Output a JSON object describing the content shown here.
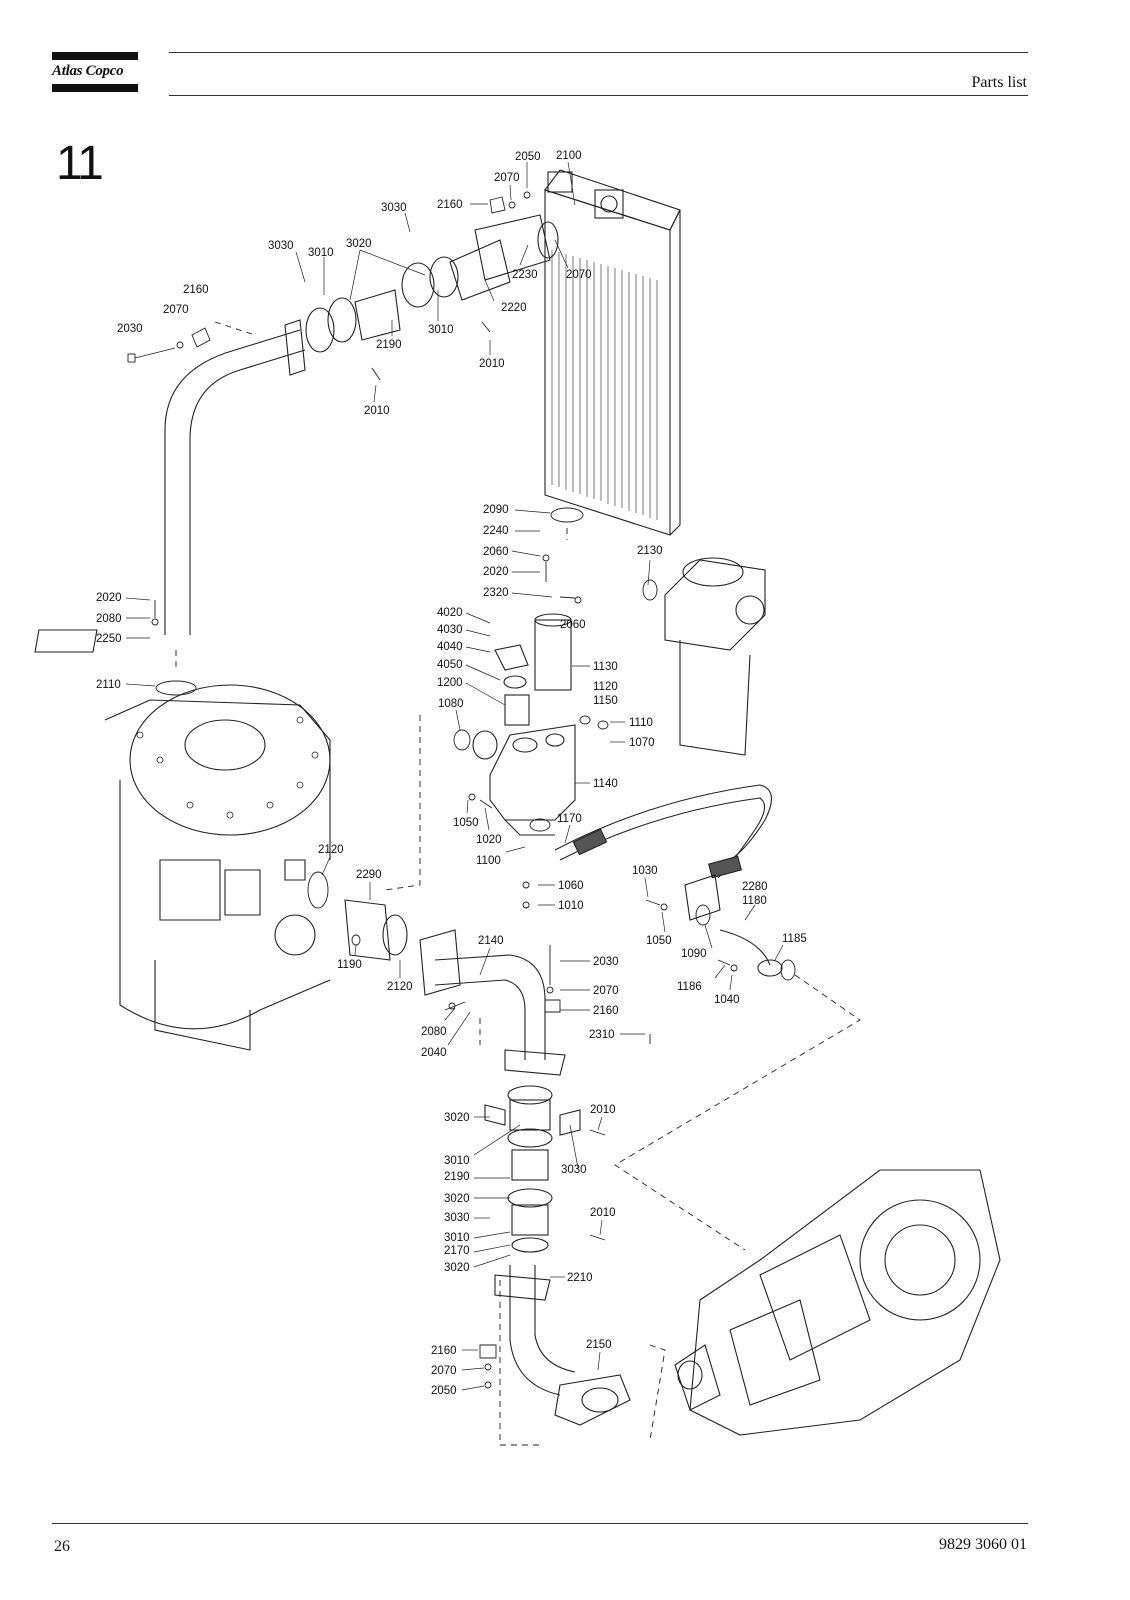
{
  "header": {
    "logo_text": "Atlas Copco",
    "section_title": "Parts list"
  },
  "chapter_number": "11",
  "callouts": [
    {
      "id": "c01",
      "text": "2050"
    },
    {
      "id": "c02",
      "text": "2100"
    },
    {
      "id": "c03",
      "text": "2070"
    },
    {
      "id": "c04",
      "text": "3030"
    },
    {
      "id": "c05",
      "text": "2160"
    },
    {
      "id": "c06",
      "text": "3030"
    },
    {
      "id": "c07",
      "text": "3010"
    },
    {
      "id": "c08",
      "text": "3020"
    },
    {
      "id": "c09",
      "text": "2230"
    },
    {
      "id": "c10",
      "text": "2070"
    },
    {
      "id": "c11",
      "text": "2160"
    },
    {
      "id": "c12",
      "text": "2070"
    },
    {
      "id": "c13",
      "text": "2030"
    },
    {
      "id": "c14",
      "text": "2220"
    },
    {
      "id": "c15",
      "text": "3010"
    },
    {
      "id": "c16",
      "text": "2190"
    },
    {
      "id": "c17",
      "text": "2010"
    },
    {
      "id": "c18",
      "text": "2010"
    },
    {
      "id": "c19",
      "text": "2090"
    },
    {
      "id": "c20",
      "text": "2240"
    },
    {
      "id": "c21",
      "text": "2060"
    },
    {
      "id": "c22",
      "text": "2130"
    },
    {
      "id": "c23",
      "text": "2020"
    },
    {
      "id": "c24",
      "text": "2320"
    },
    {
      "id": "c25",
      "text": "2060"
    },
    {
      "id": "c26",
      "text": "2020"
    },
    {
      "id": "c27",
      "text": "2080"
    },
    {
      "id": "c28",
      "text": "2250"
    },
    {
      "id": "c29",
      "text": "4020"
    },
    {
      "id": "c30",
      "text": "4030"
    },
    {
      "id": "c31",
      "text": "4040"
    },
    {
      "id": "c32",
      "text": "4050"
    },
    {
      "id": "c33",
      "text": "1130"
    },
    {
      "id": "c34",
      "text": "2110"
    },
    {
      "id": "c35",
      "text": "1200"
    },
    {
      "id": "c36",
      "text": "1120"
    },
    {
      "id": "c37",
      "text": "1150"
    },
    {
      "id": "c38",
      "text": "1080"
    },
    {
      "id": "c39",
      "text": "1110"
    },
    {
      "id": "c40",
      "text": "1070"
    },
    {
      "id": "c41",
      "text": "1140"
    },
    {
      "id": "c42",
      "text": "1050"
    },
    {
      "id": "c43",
      "text": "1020"
    },
    {
      "id": "c44",
      "text": "1170"
    },
    {
      "id": "c45",
      "text": "1100"
    },
    {
      "id": "c46",
      "text": "2120"
    },
    {
      "id": "c47",
      "text": "1060"
    },
    {
      "id": "c48",
      "text": "2290"
    },
    {
      "id": "c49",
      "text": "1010"
    },
    {
      "id": "c50",
      "text": "1030"
    },
    {
      "id": "c51",
      "text": "2280"
    },
    {
      "id": "c52",
      "text": "1180"
    },
    {
      "id": "c53",
      "text": "2140"
    },
    {
      "id": "c54",
      "text": "1050"
    },
    {
      "id": "c55",
      "text": "1185"
    },
    {
      "id": "c56",
      "text": "1090"
    },
    {
      "id": "c57",
      "text": "1190"
    },
    {
      "id": "c58",
      "text": "2030"
    },
    {
      "id": "c59",
      "text": "2120"
    },
    {
      "id": "c60",
      "text": "2070"
    },
    {
      "id": "c61",
      "text": "1186"
    },
    {
      "id": "c62",
      "text": "1040"
    },
    {
      "id": "c63",
      "text": "2160"
    },
    {
      "id": "c64",
      "text": "2080"
    },
    {
      "id": "c65",
      "text": "2310"
    },
    {
      "id": "c66",
      "text": "2040"
    },
    {
      "id": "c67",
      "text": "3020"
    },
    {
      "id": "c68",
      "text": "2010"
    },
    {
      "id": "c69",
      "text": "3010"
    },
    {
      "id": "c70",
      "text": "3030"
    },
    {
      "id": "c71",
      "text": "2190"
    },
    {
      "id": "c72",
      "text": "3020"
    },
    {
      "id": "c73",
      "text": "2010"
    },
    {
      "id": "c74",
      "text": "3030"
    },
    {
      "id": "c75",
      "text": "3010"
    },
    {
      "id": "c76",
      "text": "2170"
    },
    {
      "id": "c77",
      "text": "3020"
    },
    {
      "id": "c78",
      "text": "2210"
    },
    {
      "id": "c79",
      "text": "2150"
    },
    {
      "id": "c80",
      "text": "2160"
    },
    {
      "id": "c81",
      "text": "2070"
    },
    {
      "id": "c82",
      "text": "2050"
    }
  ],
  "footer": {
    "page_number": "26",
    "document_number": "9829 3060 01"
  }
}
